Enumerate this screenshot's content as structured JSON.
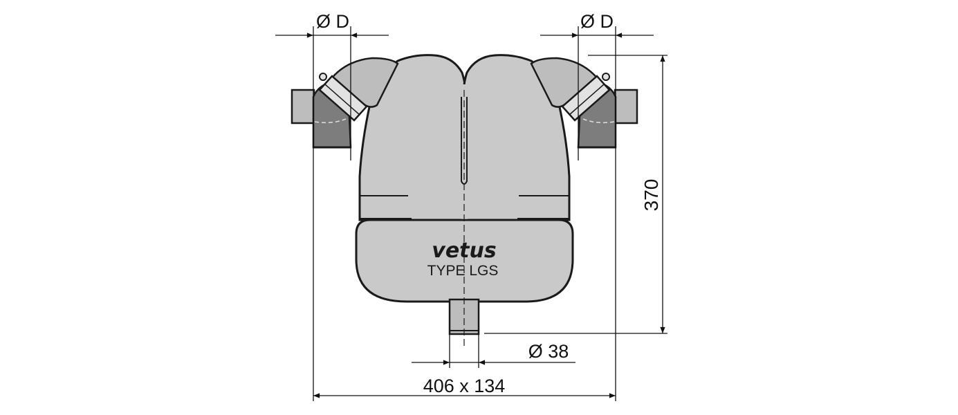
{
  "product": {
    "brand": "vetus",
    "model_label": "TYPE LGS"
  },
  "dimensions": {
    "inlet_diameter_left": "Ø D",
    "inlet_diameter_right": "Ø D",
    "height": "370",
    "drain_diameter": "Ø 38",
    "width_depth": "406 x 134"
  },
  "colors": {
    "body_fill": "#c9c9c9",
    "pipe_fill": "#7d7d7d",
    "stroke": "#1a1a1a",
    "background": "#ffffff"
  }
}
